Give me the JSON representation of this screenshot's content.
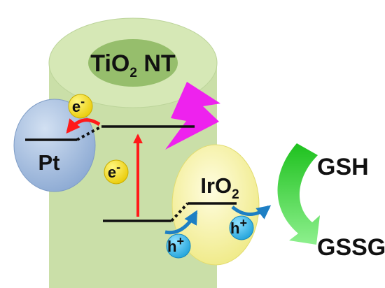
{
  "labels": {
    "nanotube": {
      "main": "TiO",
      "sub": "2",
      "rest": " NT"
    },
    "pt": "Pt",
    "iro2": {
      "main": "IrO",
      "sub": "2"
    },
    "gsh": "GSH",
    "gssg": "GSSG",
    "electron": {
      "base": "e",
      "sup": "-"
    },
    "hole": {
      "base": "h",
      "sup": "+"
    }
  },
  "colors": {
    "tube_body": "#cadfa8",
    "tube_top": "#d6e8b6",
    "tube_hole": "#96be6c",
    "pt_sphere": "#a4bcdc",
    "iro2_sphere": "#f7f29a",
    "electron_chip": "#f4e100",
    "hole_chip": "#30b6ea",
    "excitation_arrow": "#ff1a1a",
    "lightning": "#ee22ee",
    "hole_arrow": "#1d7fc4",
    "oxidation_arrow": "#22cc22"
  },
  "icons": {
    "lightning": "lightning-bolt-icon",
    "excitation": "red-up-arrow-icon",
    "electron_transfer": "curved-red-arrow-icon",
    "hole_transfer": "curved-blue-arrow-icon",
    "oxidation": "curved-green-arrow-icon"
  }
}
